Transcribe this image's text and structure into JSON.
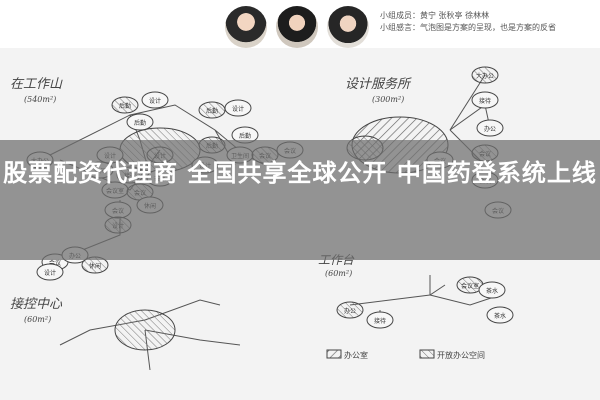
{
  "headline": "股票配资代理商 全国共享全球公开 中国药登系统上线",
  "header": {
    "members": "小组成员：黄宁  张秋亭  徐林林",
    "reflection": "小组感言：气泡图是方案的呈现，也是方案的反省"
  },
  "diagram": {
    "nodes": [
      {
        "label": "后勤"
      },
      {
        "label": "设计"
      },
      {
        "label": "后勤"
      },
      {
        "label": "后勤"
      },
      {
        "label": "设计"
      },
      {
        "label": "后勤"
      },
      {
        "label": "后勤"
      },
      {
        "label": "大办公"
      },
      {
        "label": "设计"
      },
      {
        "label": "设计"
      },
      {
        "label": "设计"
      },
      {
        "label": "卫生间"
      },
      {
        "label": "会议"
      },
      {
        "label": "会议"
      },
      {
        "label": "休闲"
      },
      {
        "label": "接待"
      },
      {
        "label": "茶水"
      },
      {
        "label": "会议室"
      },
      {
        "label": "会议"
      },
      {
        "label": "会议"
      },
      {
        "label": "休闲"
      },
      {
        "label": "设计"
      },
      {
        "label": "会议"
      },
      {
        "label": "办公"
      },
      {
        "label": "休闲"
      },
      {
        "label": "设计"
      },
      {
        "label": "会议"
      },
      {
        "label": "大办公"
      },
      {
        "label": "接待"
      },
      {
        "label": "办公"
      },
      {
        "label": "会议"
      },
      {
        "label": "会议"
      },
      {
        "label": "会议"
      },
      {
        "label": "会议室"
      },
      {
        "label": "茶水"
      },
      {
        "label": "茶水"
      },
      {
        "label": "办公"
      },
      {
        "label": "接待"
      }
    ]
  },
  "legend": [
    {
      "label": "办公室"
    },
    {
      "label": "开放办公空间"
    }
  ]
}
